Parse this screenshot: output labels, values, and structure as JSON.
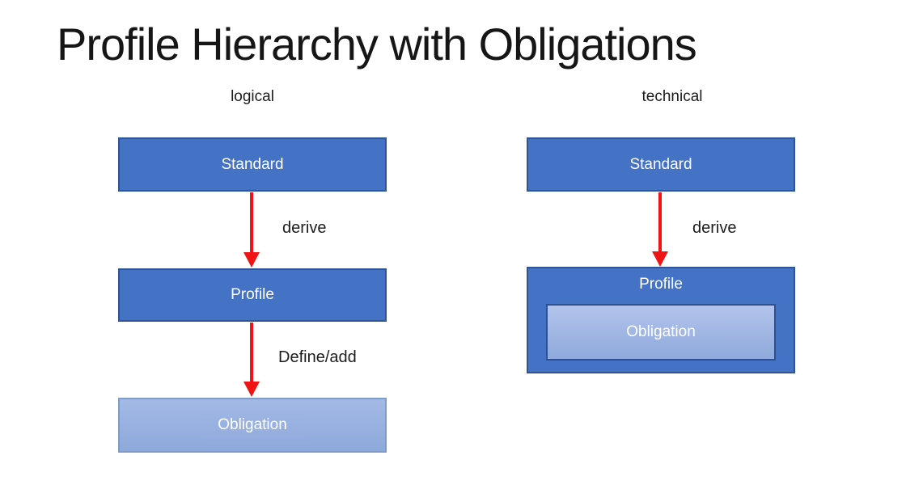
{
  "slide": {
    "title": "Profile Hierarchy with Obligations"
  },
  "logical": {
    "label": "logical",
    "standard": "Standard",
    "profile": "Profile",
    "obligation": "Obligation",
    "derive_label": "derive",
    "define_add_label": "Define/add"
  },
  "technical": {
    "label": "technical",
    "standard": "Standard",
    "profile": "Profile",
    "obligation": "Obligation",
    "derive_label": "derive"
  },
  "colors": {
    "box_fill": "#4472c4",
    "box_border": "#2f5597",
    "light_box_fill": "#8ea9db",
    "light_box_fill_top": "#b3c4ec",
    "light_box_border": "#7f9ccb",
    "nested_box_border": "#2e4f91",
    "arrow_red": "#f01414",
    "box_text": "#ffffff",
    "label_text": "#1c1c1c"
  }
}
